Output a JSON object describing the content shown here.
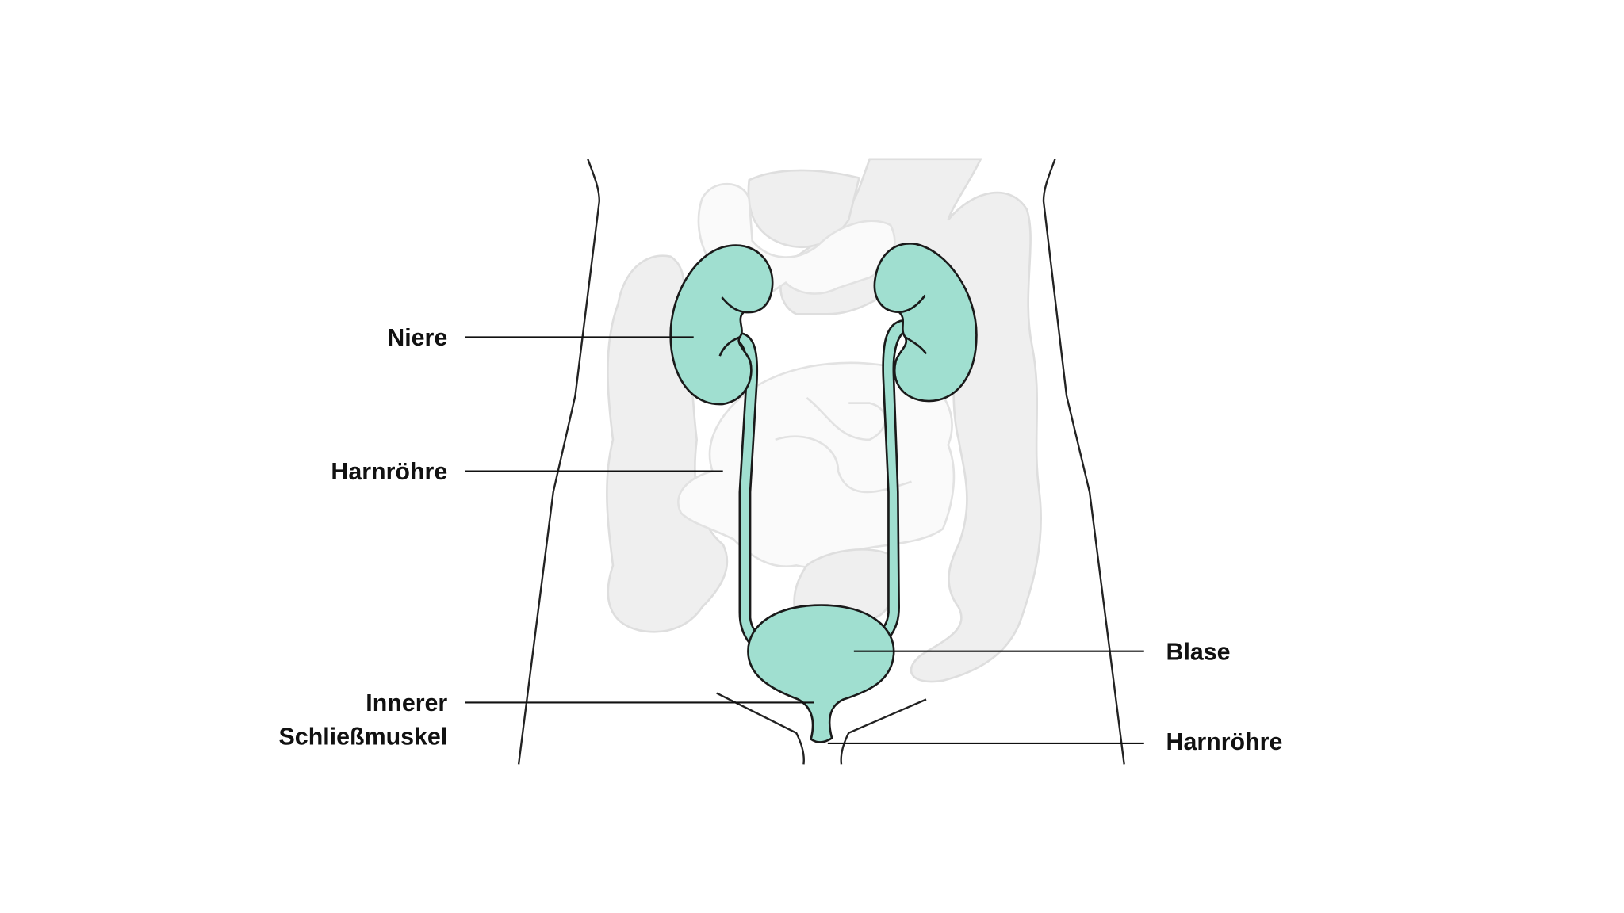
{
  "labels": {
    "kidney": "Niere",
    "ureter": "Harnröhre",
    "sphincter_line1": "Innerer",
    "sphincter_line2": "Schließmuskel",
    "bladder": "Blase",
    "urethra": "Harnröhre"
  },
  "colors": {
    "organ_fill": "#a0dfd0",
    "background_organs": "#efefef",
    "outline": "#1a1a1a"
  }
}
